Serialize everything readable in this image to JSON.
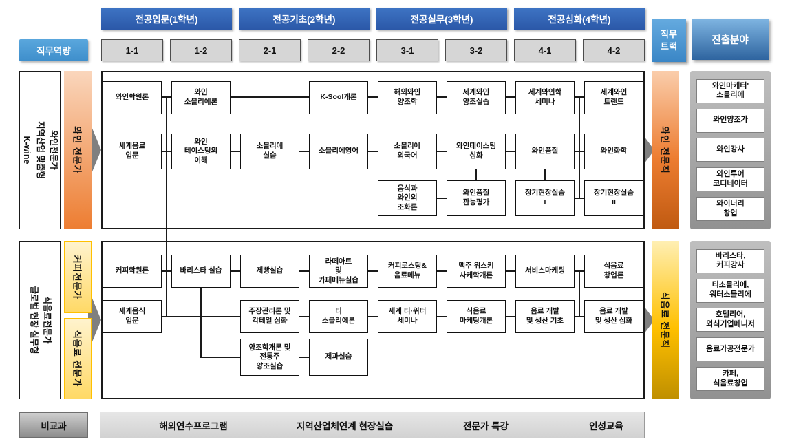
{
  "header": {
    "competency_label": "직무역량",
    "year_headers": [
      "전공입문(1학년)",
      "전공기초(2학년)",
      "전공실무(3학년)",
      "전공심화(4학년)"
    ],
    "semesters": [
      "1-1",
      "1-2",
      "2-1",
      "2-2",
      "3-1",
      "3-2",
      "4-1",
      "4-2"
    ],
    "track_header": "직무\n트랙",
    "field_header": "진출분야"
  },
  "wine_track": {
    "side_label_lines": [
      "와인전문가",
      "지역산업 맞춤형",
      "K-wine"
    ],
    "competency_bar": "와인 전문가",
    "job_bar": "와인 전문직",
    "courses": [
      {
        "col": 1,
        "row": 1,
        "title": "와인학원론"
      },
      {
        "col": 2,
        "row": 1,
        "title": "와인\n소믈리에론"
      },
      {
        "col": 4,
        "row": 1,
        "title": "K-Sool개론"
      },
      {
        "col": 5,
        "row": 1,
        "title": "해외와인\n양조학"
      },
      {
        "col": 6,
        "row": 1,
        "title": "세계와인\n양조실습"
      },
      {
        "col": 7,
        "row": 1,
        "title": "세계와인학\n세미나"
      },
      {
        "col": 8,
        "row": 1,
        "title": "세계와인\n트랜드"
      },
      {
        "col": 1,
        "row": 2,
        "title": "세계음료\n입문"
      },
      {
        "col": 2,
        "row": 2,
        "title": "와인\n테이스팅의\n이해"
      },
      {
        "col": 3,
        "row": 2,
        "title": "소믈리에\n실습"
      },
      {
        "col": 4,
        "row": 2,
        "title": "소믈리에영어"
      },
      {
        "col": 5,
        "row": 2,
        "title": "소믈리에\n외국어"
      },
      {
        "col": 6,
        "row": 2,
        "title": "와인테이스팅\n심화"
      },
      {
        "col": 7,
        "row": 2,
        "title": "와인품질"
      },
      {
        "col": 8,
        "row": 2,
        "title": "와인화학"
      },
      {
        "col": 5,
        "row": 3,
        "title": "음식과\n와인의\n조화론"
      },
      {
        "col": 6,
        "row": 3,
        "title": "와인품질\n관능평가"
      },
      {
        "col": 7,
        "row": 3,
        "title": "장기현장실습\nI"
      },
      {
        "col": 8,
        "row": 3,
        "title": "장기현장실습\nII"
      }
    ],
    "careers": [
      "와인마케터'\n소믈리에",
      "와인양조가",
      "와인강사",
      "와인투어\n코디네이터",
      "와이너리\n창업"
    ]
  },
  "food_track": {
    "side_label_lines": [
      "식음료전문가",
      "글로벌 현장 실무형"
    ],
    "competency_bars": [
      "커피전문가",
      "식음료 전문가"
    ],
    "job_bar": "식음료 전문직",
    "courses": [
      {
        "col": 1,
        "row": 1,
        "title": "커피학원론"
      },
      {
        "col": 2,
        "row": 1,
        "title": "바리스타 실습"
      },
      {
        "col": 3,
        "row": 1,
        "title": "제빵실습"
      },
      {
        "col": 4,
        "row": 1,
        "title": "라떼아트\n및\n카페메뉴실습"
      },
      {
        "col": 5,
        "row": 1,
        "title": "커피로스팅&\n음료메뉴"
      },
      {
        "col": 6,
        "row": 1,
        "title": "맥주 위스키\n사케학개론"
      },
      {
        "col": 7,
        "row": 1,
        "title": "서비스마케팅"
      },
      {
        "col": 8,
        "row": 1,
        "title": "식음료\n창업론"
      },
      {
        "col": 1,
        "row": 2,
        "title": "세계음식\n입문"
      },
      {
        "col": 3,
        "row": 2,
        "title": "주장관리론 및\n칵테일 심화"
      },
      {
        "col": 4,
        "row": 2,
        "title": "티\n소믈리에론"
      },
      {
        "col": 5,
        "row": 2,
        "title": "세계 티·워터\n세미나"
      },
      {
        "col": 6,
        "row": 2,
        "title": "식음료\n마케팅개론"
      },
      {
        "col": 7,
        "row": 2,
        "title": "음료 개발\n및 생산 기초"
      },
      {
        "col": 8,
        "row": 2,
        "title": "음료 개발\n및 생산 심화"
      },
      {
        "col": 3,
        "row": 3,
        "title": "양조학개론 및\n전통주\n양조실습"
      },
      {
        "col": 4,
        "row": 3,
        "title": "제과실습"
      }
    ],
    "careers": [
      "바리스타,\n커피강사",
      "티소믈리에,\n워터소믈리에",
      "호텔리어,\n외식기업메니저",
      "음료가공전문가",
      "카페,\n식음료창업"
    ]
  },
  "extracurricular": {
    "label": "비교과",
    "items": [
      "해외연수프로그램",
      "지역산업체연계 현장실습",
      "전문가 특강",
      "인성교육"
    ]
  },
  "colors": {
    "header_blue": "#2d5fae",
    "light_blue": "#4c9ed9",
    "wine_orange": "#ed7d31",
    "wine_orange_dark": "#c05a11",
    "gold": "#ffc000",
    "gold_dark": "#bf8f00",
    "arrow_gray": "#7f7f7f"
  }
}
